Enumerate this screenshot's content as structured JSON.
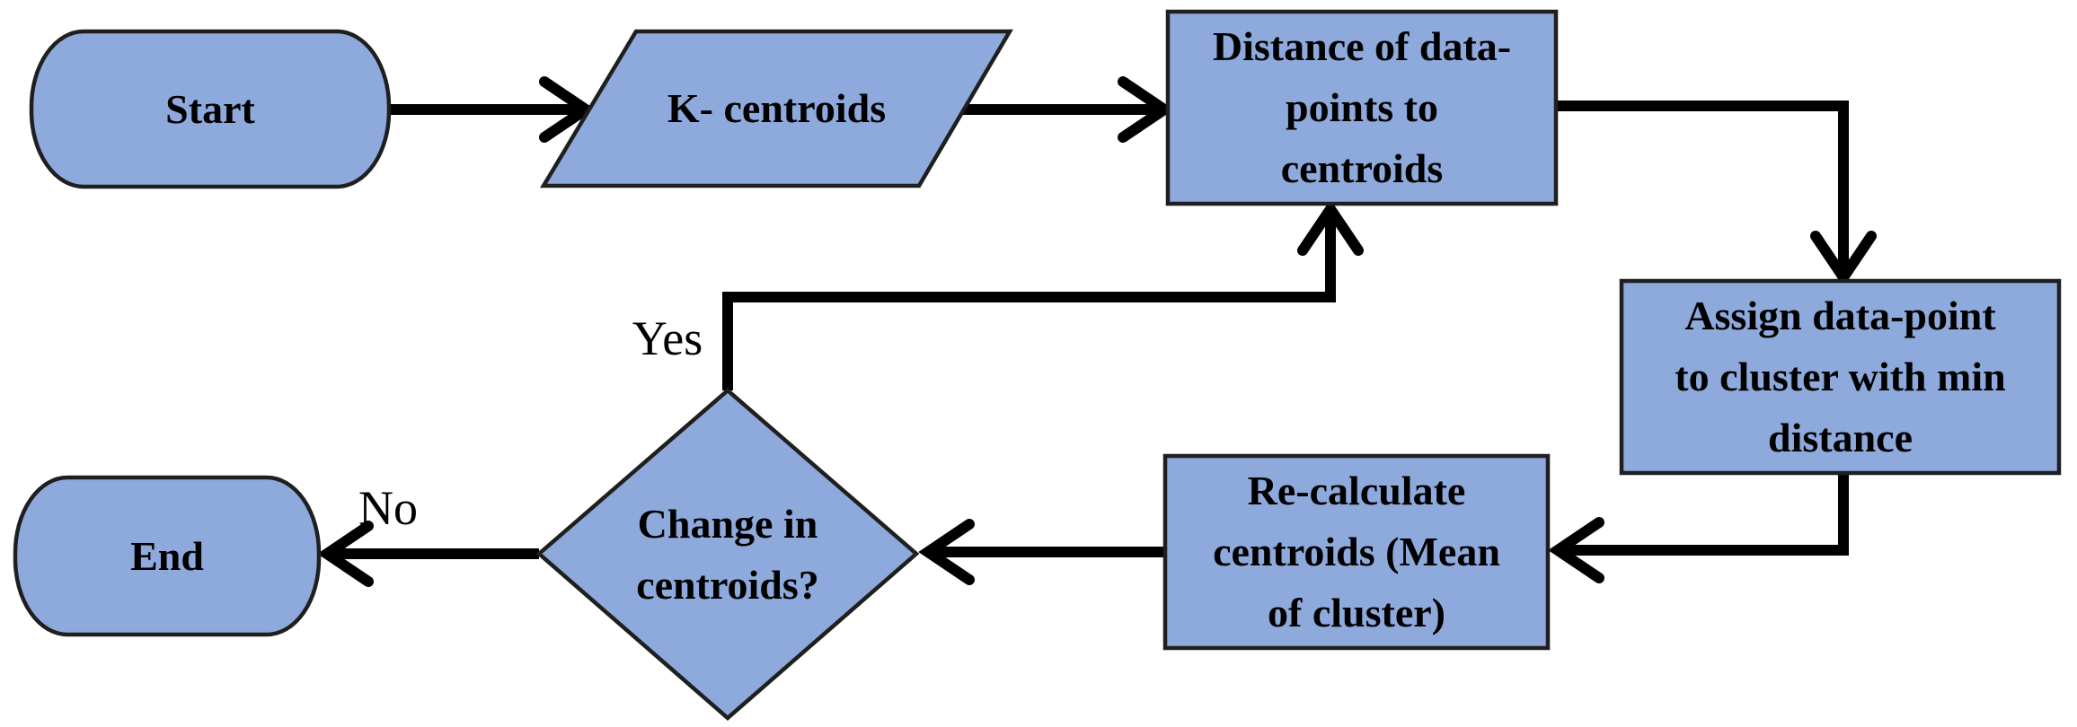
{
  "flowchart": {
    "nodes": {
      "start": {
        "type": "terminator",
        "label": "Start"
      },
      "k_centroids": {
        "type": "input-output",
        "label": "K- centroids"
      },
      "distance": {
        "type": "process",
        "lines": [
          "Distance of data-",
          "points to",
          "centroids"
        ]
      },
      "assign": {
        "type": "process",
        "lines": [
          "Assign data-point",
          "to cluster with min",
          "distance"
        ]
      },
      "recalculate": {
        "type": "process",
        "lines": [
          "Re-calculate",
          "centroids (Mean",
          "of cluster)"
        ]
      },
      "decision": {
        "type": "decision",
        "lines": [
          "Change in",
          "centroids?"
        ]
      },
      "end": {
        "type": "terminator",
        "label": "End"
      }
    },
    "edge_labels": {
      "yes": "Yes",
      "no": "No"
    },
    "edges": [
      {
        "from": "start",
        "to": "k_centroids",
        "label": ""
      },
      {
        "from": "k_centroids",
        "to": "distance",
        "label": ""
      },
      {
        "from": "distance",
        "to": "assign",
        "label": ""
      },
      {
        "from": "assign",
        "to": "recalculate",
        "label": ""
      },
      {
        "from": "recalculate",
        "to": "decision",
        "label": ""
      },
      {
        "from": "decision",
        "to": "distance",
        "label": "Yes"
      },
      {
        "from": "decision",
        "to": "end",
        "label": "No"
      }
    ],
    "colors": {
      "shape_fill": "#8ea9db",
      "shape_border": "#1f1f1f",
      "arrow": "#000000",
      "text": "#000000",
      "background": "#ffffff"
    }
  }
}
